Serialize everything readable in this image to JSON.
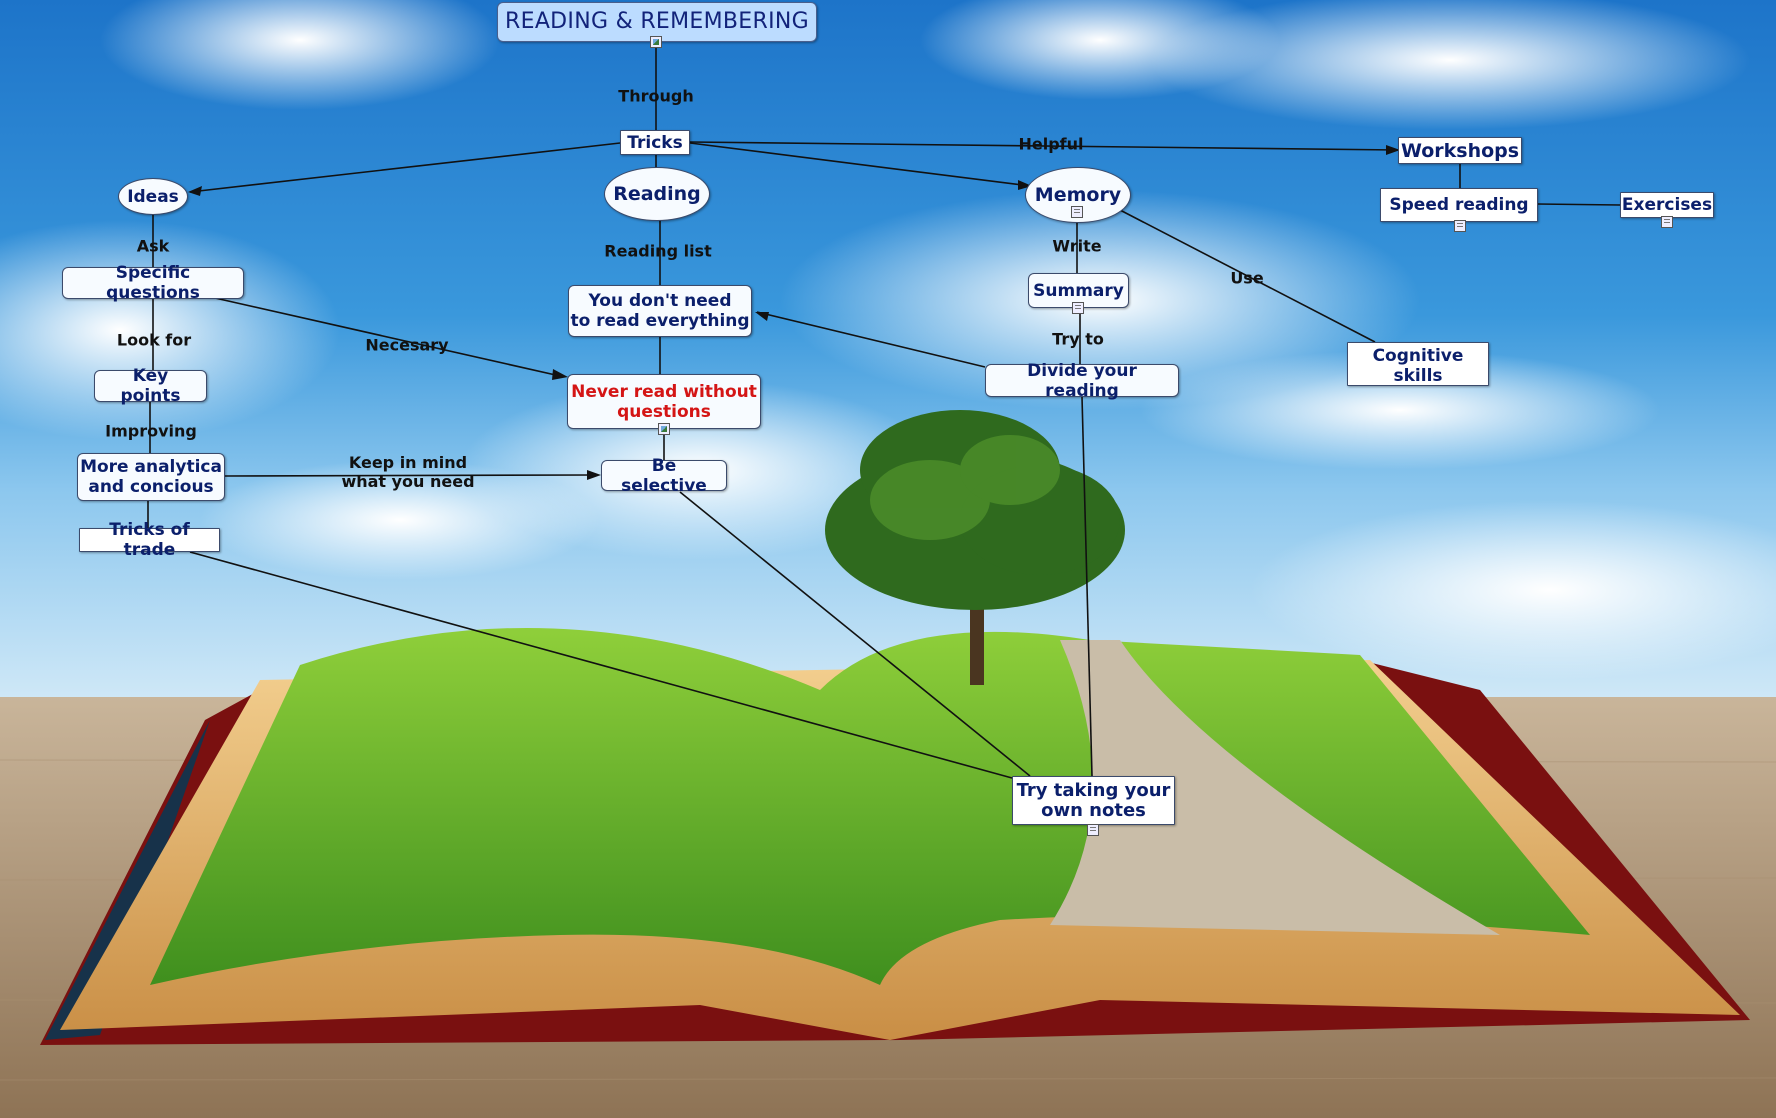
{
  "map_title": "READING & REMEMBERING",
  "nodes": {
    "tricks": "Tricks",
    "ideas": "Ideas",
    "reading": "Reading",
    "memory": "Memory",
    "workshops": "Workshops",
    "speed_reading": "Speed reading",
    "exercises": "Exercises",
    "specific_questions": "Specific questions",
    "key_points": "Key points",
    "more_analytica": "More analytica\nand concious",
    "tricks_of_trade": "Tricks of trade",
    "dont_need": "You don't need\nto read everything",
    "never_read": "Never read without\nquestions",
    "be_selective": "Be selective",
    "summary": "Summary",
    "divide_reading": "Divide your reading",
    "cognitive_skills": "Cognitive skills",
    "try_notes": "Try taking your\nown notes"
  },
  "links": {
    "through": "Through",
    "helpful": "Helpful",
    "ask": "Ask",
    "reading_list": "Reading list",
    "write": "Write",
    "use": "Use",
    "look_for": "Look for",
    "necesary": "Necesary",
    "try_to": "Try to",
    "improving": "Improving",
    "keep_in_mind": "Keep in mind\nwhat you need"
  },
  "colors": {
    "node_text": "#0b1f6b",
    "highlight_text": "#d41515",
    "title_fill": "#bcdcff"
  }
}
